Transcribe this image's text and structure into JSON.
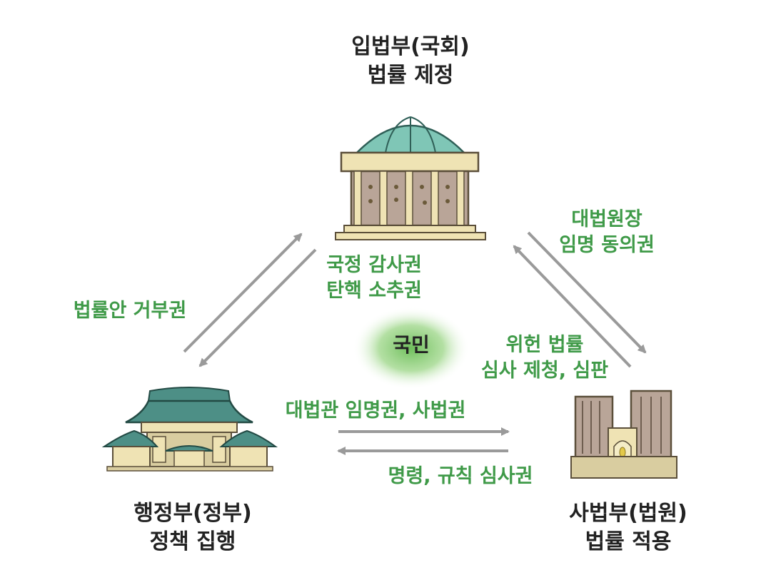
{
  "nodes": {
    "legislature": {
      "title": "입법부(국회)",
      "role": "법률 제정"
    },
    "executive": {
      "title": "행정부(정부)",
      "role": "정책 집행"
    },
    "judiciary": {
      "title": "사법부(법원)",
      "role": "법률 적용"
    },
    "people": {
      "label": "국민"
    }
  },
  "edges": {
    "exec_to_leg": {
      "label": "법률안 거부권"
    },
    "leg_to_exec": {
      "line1": "국정 감사권",
      "line2": "탄핵 소추권"
    },
    "leg_to_jud": {
      "line1": "대법원장",
      "line2": "임명 동의권"
    },
    "jud_to_leg": {
      "line1": "위헌 법률",
      "line2": "심사 제청, 심판"
    },
    "exec_to_jud": {
      "label": "대법관 임명권, 사법권"
    },
    "jud_to_exec": {
      "label": "명령, 규칙 심사권"
    }
  },
  "colors": {
    "label_green": "#3f9a48",
    "arrow_gray": "#9a9a9a",
    "people_glow": "#7cc46a",
    "roof_teal": "#4d8f86",
    "dome_teal": "#7fc6b6",
    "wall_cream": "#efe3b4",
    "pillar_brown": "#b9a598"
  }
}
